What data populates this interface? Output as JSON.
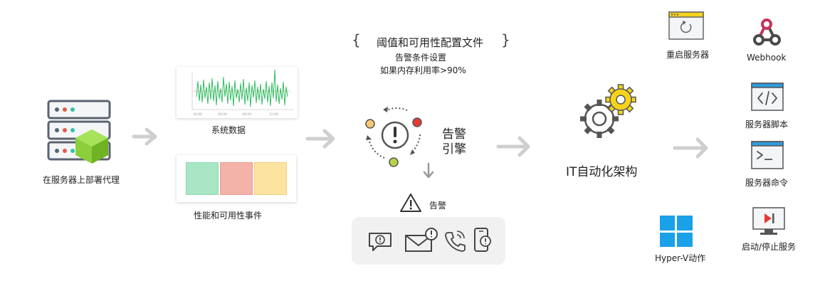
{
  "agent": {
    "label": "在服务器上部署代理"
  },
  "system_data": {
    "label": "系统数据"
  },
  "events": {
    "label": "性能和可用性事件"
  },
  "config": {
    "brace_open": "{",
    "brace_close": "}",
    "title": "阈值和可用性配置文件",
    "condition_title": "告警条件设置",
    "condition_rule": "如果内存利用率>90%"
  },
  "engine": {
    "label_line1": "告警",
    "label_line2": "引擎"
  },
  "alert": {
    "label": "告警"
  },
  "it_automation": {
    "label": "IT自动化架构"
  },
  "actions": {
    "restart": "重启服务器",
    "webhook": "Webhook",
    "script": "服务器脚本",
    "command": "服务器命令",
    "hyperv": "Hyper-V动作",
    "service": "启动/停止服务"
  },
  "colors": {
    "event_green": "#a8e6c5",
    "event_red": "#f4b3a9",
    "event_yellow": "#fde3a0",
    "series_green": "#1db954",
    "gear_yellow": "#f5d31c",
    "windows_blue": "#1aa1e8",
    "arrow_gray": "#cfcfcf"
  }
}
